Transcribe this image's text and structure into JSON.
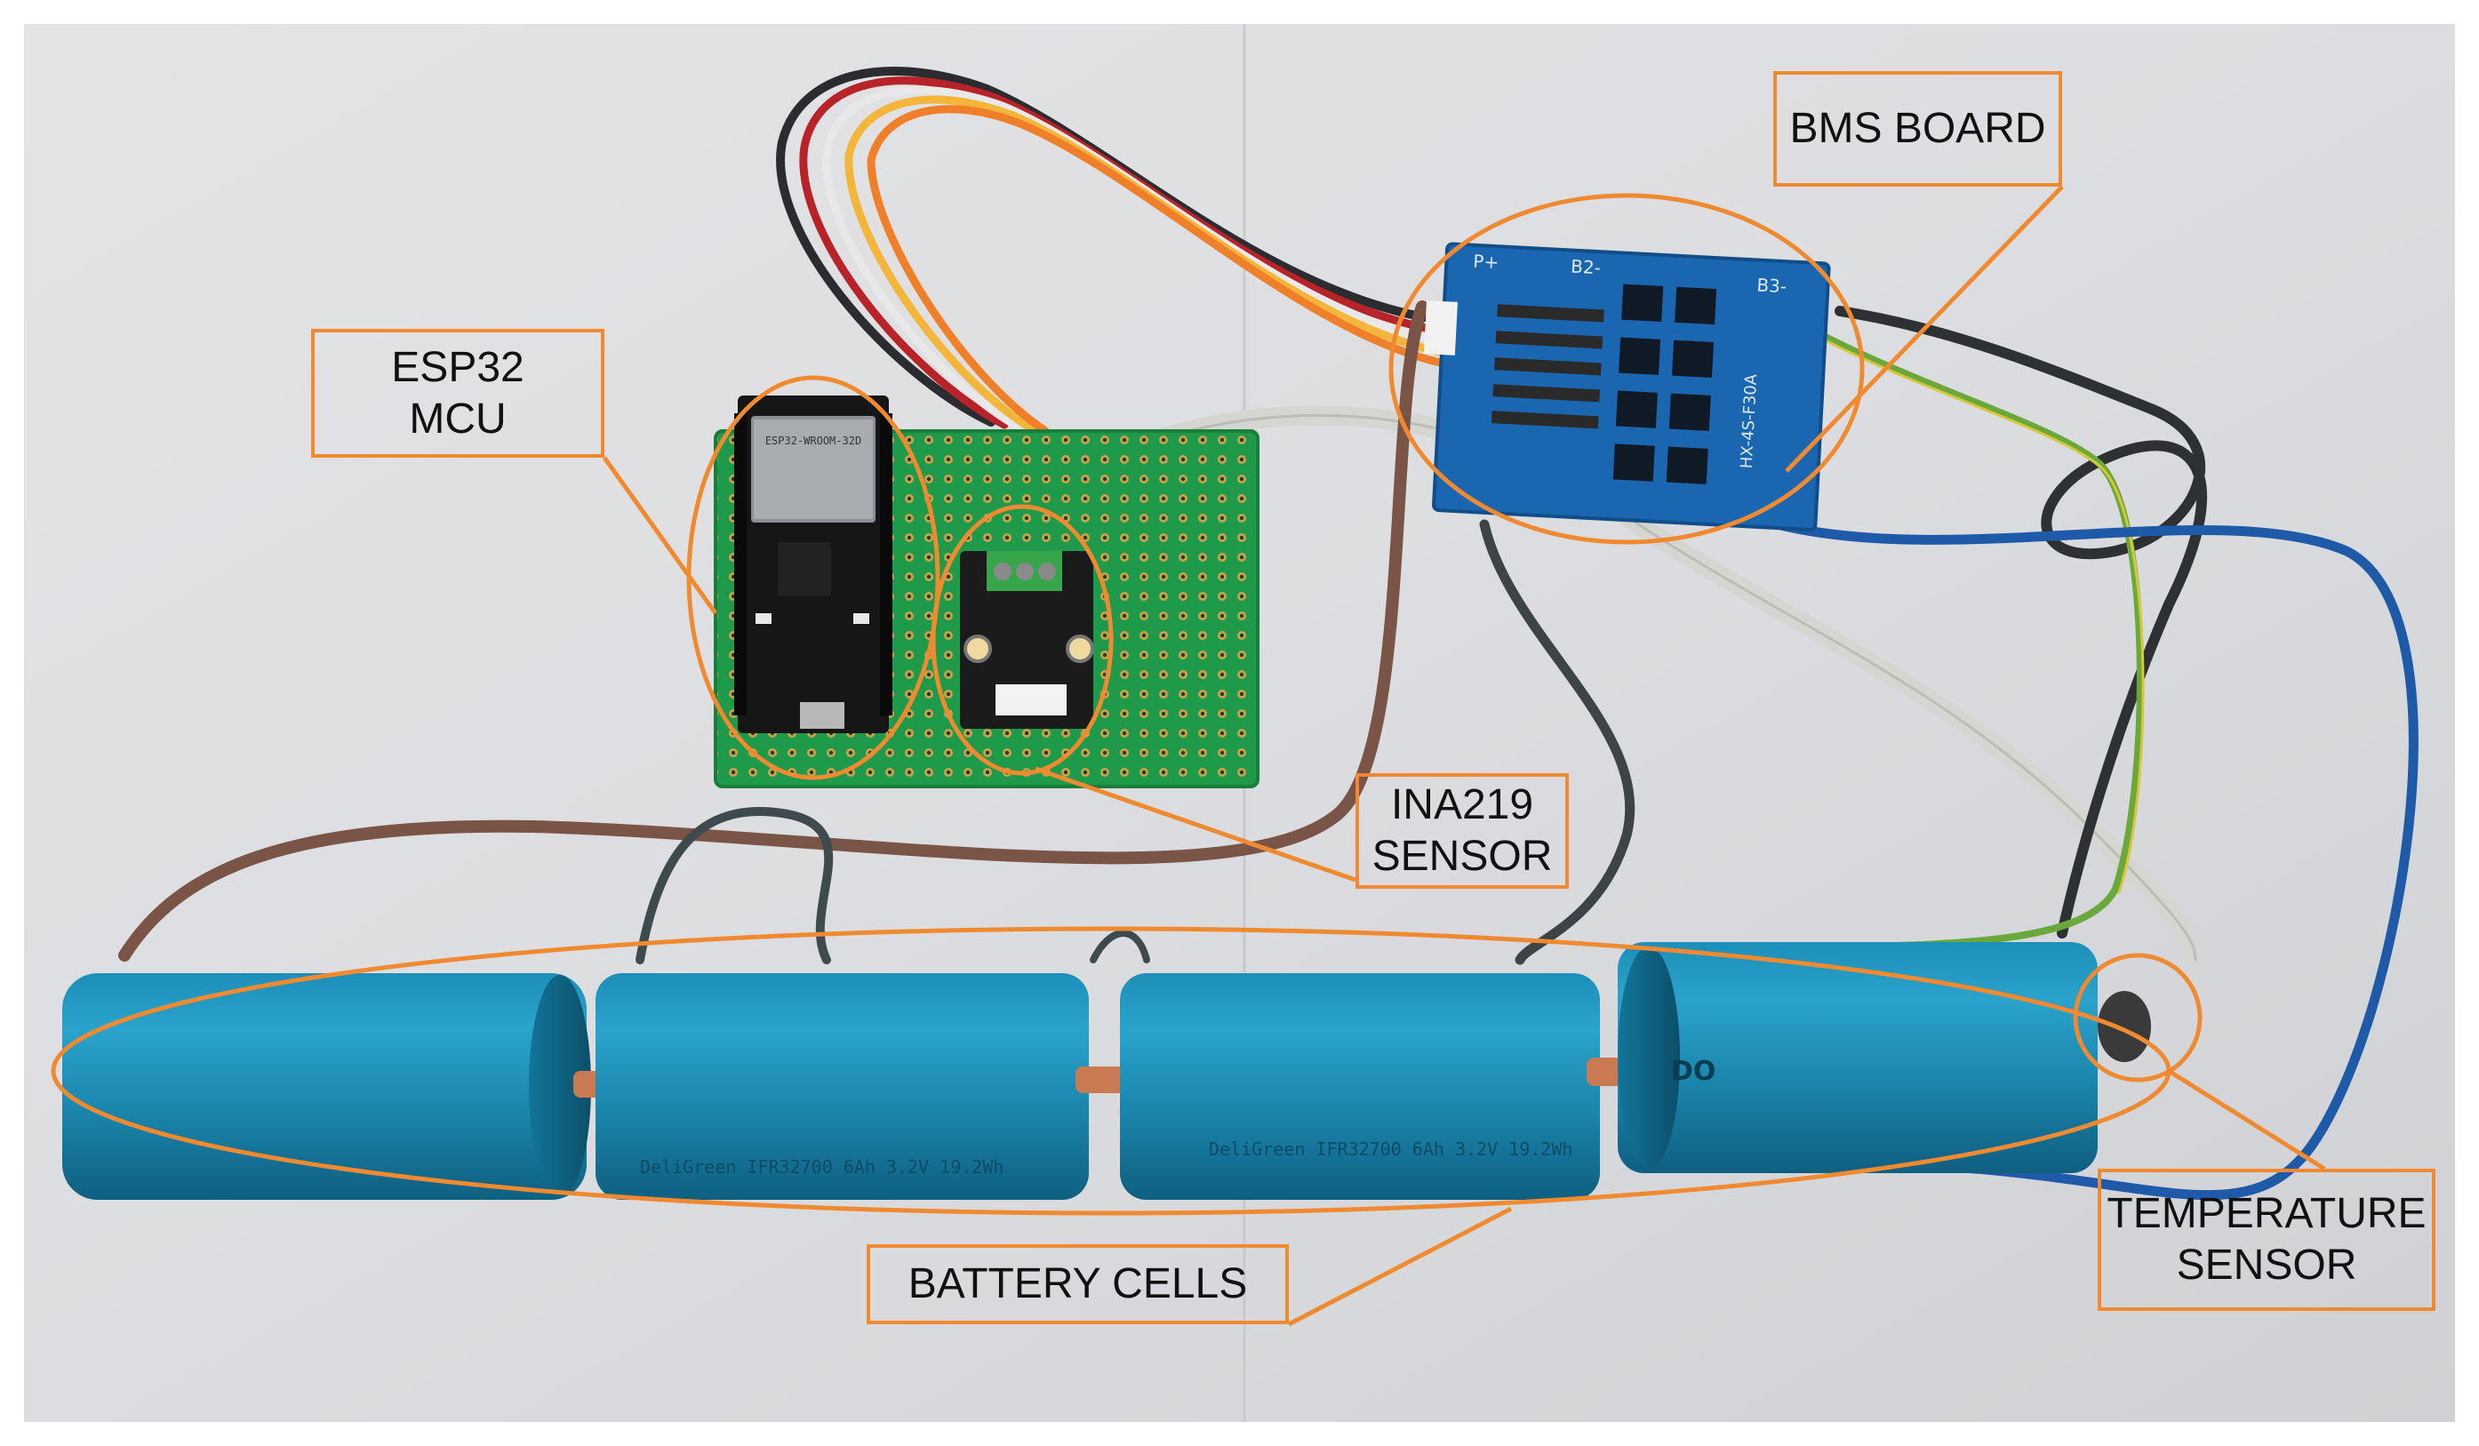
{
  "annotation_color": "#f08a30",
  "labels": {
    "bms_board": "BMS BOARD",
    "esp32_line1": "ESP32",
    "esp32_line2": "MCU",
    "ina219_line1": "INA219",
    "ina219_line2": "SENSOR",
    "battery_cells": "BATTERY CELLS",
    "temp_line1": "TEMPERATURE",
    "temp_line2": "SENSOR"
  },
  "printed_text": {
    "bms_silkscreen_1": "B2-",
    "bms_silkscreen_2": "B3-",
    "bms_silkscreen_3": "P+",
    "bms_silkscreen_4": "HX-4S-F30A",
    "cell_print": "DeliGreen IFR32700 6Ah 3.2V 19.2Wh",
    "cell_mark": "DO",
    "esp_module": "ESP32-WROOM-32D"
  }
}
